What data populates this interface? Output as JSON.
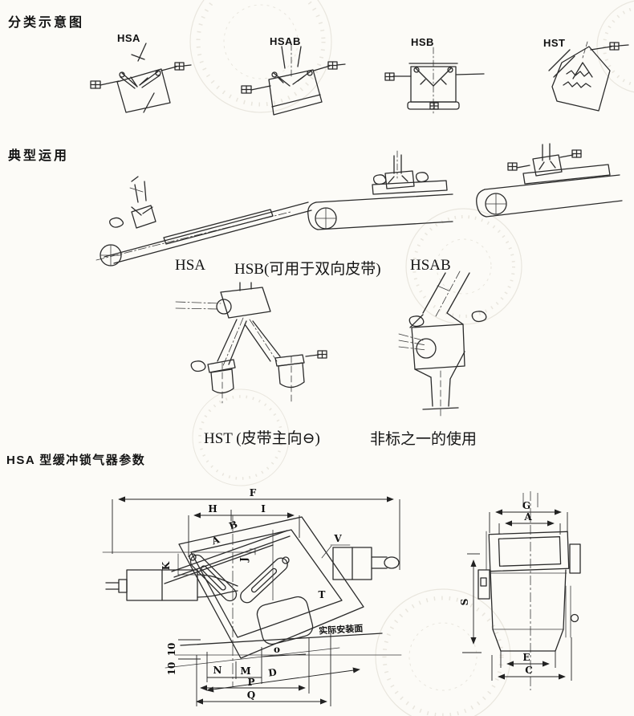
{
  "page": {
    "bg": "#fcfbf7",
    "ink": "#222222",
    "watermark_color": "#d9d5ca"
  },
  "classification": {
    "heading": "分类示意图",
    "items": [
      {
        "label": "HSA"
      },
      {
        "label": "HSAB"
      },
      {
        "label": "HSB"
      },
      {
        "label": "HST"
      }
    ]
  },
  "applications": {
    "heading": "典型运用",
    "row1_captions": [
      {
        "label": "HSA"
      },
      {
        "label": "HSB(可用于双向皮带)"
      },
      {
        "label": "HSAB"
      }
    ],
    "row2_captions": [
      {
        "label": "HST (皮带主向⊖)"
      },
      {
        "label": "非标之一的使用"
      }
    ]
  },
  "parameters": {
    "heading": "HSA 型缓冲锁气器参数",
    "front_view": {
      "dim_F": "F",
      "dim_H": "H",
      "dim_I": "I",
      "dim_B": "B",
      "dim_A": "A",
      "dim_J": "J",
      "dim_V": "V",
      "dim_K": "K",
      "dim_T": "T",
      "dim_10_top": "10",
      "dim_10_bottom": "10",
      "dim_N": "N",
      "dim_M": "M",
      "dim_O": "o",
      "dim_D": "D",
      "dim_P": "P",
      "dim_Q": "Q",
      "mounting_surface_label": "实际安装面"
    },
    "side_view": {
      "dim_G": "G",
      "dim_A": "A",
      "dim_S": "S",
      "dim_E": "E",
      "dim_C": "C"
    }
  }
}
